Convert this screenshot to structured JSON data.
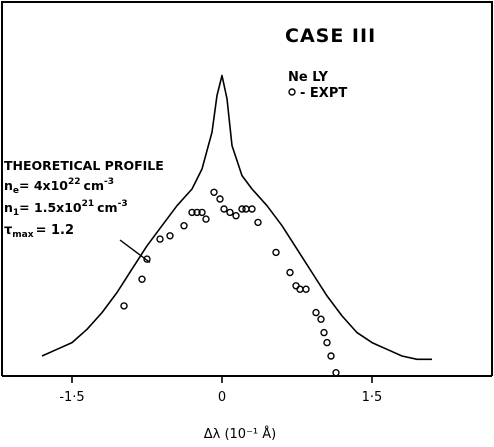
{
  "chart_data": {
    "type": "line",
    "title": "CASE III",
    "xlabel": "Δλ (10⁻¹ Å)",
    "ylabel": "",
    "xlim": [
      -2.2,
      2.7
    ],
    "ylim": [
      0,
      1.12
    ],
    "xticks": [
      {
        "value": -1.5,
        "label": "-1·5"
      },
      {
        "value": 0,
        "label": "0"
      },
      {
        "value": 1.5,
        "label": "1·5"
      }
    ],
    "legend": {
      "line1": "Ne LY",
      "line2": "- EXPT",
      "marker": "circle"
    },
    "annotation": {
      "title": "THEORETICAL PROFILE",
      "ne_lhs": "n",
      "ne_sub": "e",
      "ne_rhs": "= 4x10",
      "ne_exp": "22",
      "ne_unit": "cm",
      "ne_unit_exp": "-3",
      "n1_lhs": "n",
      "n1_sub": "1",
      "n1_rhs": "= 1.5x10",
      "n1_exp": "21",
      "n1_unit": "cm",
      "n1_unit_exp": "-3",
      "tau_lhs": "τ",
      "tau_sub": "max",
      "tau_rhs": "= 1.2",
      "arrow_to": [
        -0.72,
        0.34
      ]
    },
    "series": [
      {
        "kind": "line",
        "x": [
          -1.8,
          -1.65,
          -1.5,
          -1.35,
          -1.2,
          -1.05,
          -0.9,
          -0.75,
          -0.6,
          -0.45,
          -0.3,
          -0.2,
          -0.1,
          -0.05,
          0,
          0.05,
          0.1,
          0.2,
          0.3,
          0.45,
          0.6,
          0.75,
          0.9,
          1.05,
          1.2,
          1.35,
          1.5,
          1.65,
          1.8,
          1.95,
          2.1
        ],
        "y": [
          0.06,
          0.08,
          0.1,
          0.14,
          0.19,
          0.25,
          0.32,
          0.39,
          0.45,
          0.51,
          0.56,
          0.62,
          0.73,
          0.84,
          0.9,
          0.83,
          0.69,
          0.6,
          0.56,
          0.51,
          0.45,
          0.38,
          0.31,
          0.24,
          0.18,
          0.13,
          0.1,
          0.08,
          0.06,
          0.05,
          0.05
        ]
      },
      {
        "kind": "scatter",
        "x": [
          -0.98,
          -0.8,
          -0.75,
          -0.62,
          -0.52,
          -0.38,
          -0.3,
          -0.25,
          -0.2,
          -0.16,
          -0.08,
          -0.02,
          0.02,
          0.08,
          0.14,
          0.2,
          0.24,
          0.3,
          0.36,
          0.54,
          0.68,
          0.74,
          0.78,
          0.84,
          0.94,
          0.99,
          1.02,
          1.05,
          1.09,
          1.14
        ],
        "y": [
          0.21,
          0.29,
          0.35,
          0.41,
          0.42,
          0.45,
          0.49,
          0.49,
          0.49,
          0.47,
          0.55,
          0.53,
          0.5,
          0.49,
          0.48,
          0.5,
          0.5,
          0.5,
          0.46,
          0.37,
          0.31,
          0.27,
          0.26,
          0.26,
          0.19,
          0.17,
          0.13,
          0.1,
          0.06,
          0.01
        ]
      }
    ]
  }
}
